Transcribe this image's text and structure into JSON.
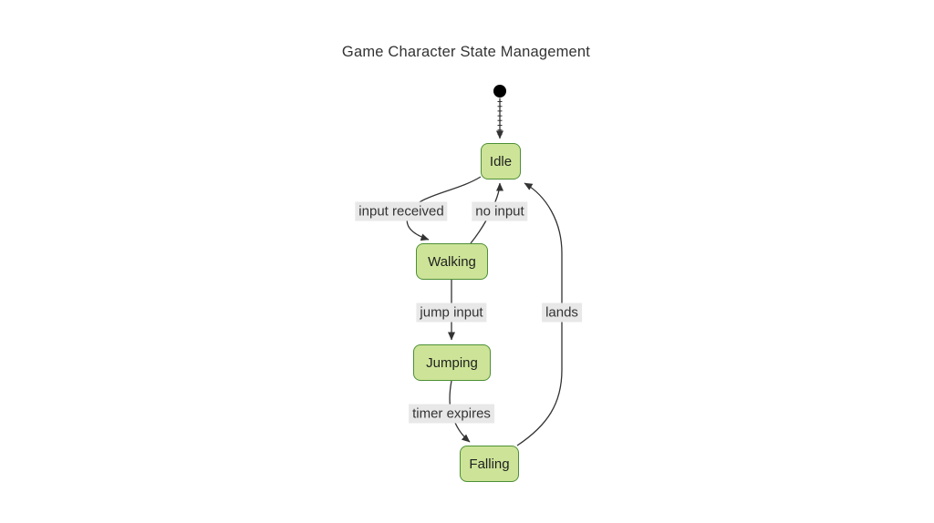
{
  "title": "Game Character State Management",
  "diagram": {
    "type": "state-diagram",
    "states": [
      {
        "id": "idle",
        "label": "Idle"
      },
      {
        "id": "walking",
        "label": "Walking"
      },
      {
        "id": "jumping",
        "label": "Jumping"
      },
      {
        "id": "falling",
        "label": "Falling"
      }
    ],
    "transitions": [
      {
        "from": "[*]",
        "to": "Idle",
        "label": ""
      },
      {
        "from": "Idle",
        "to": "Walking",
        "label": "input received"
      },
      {
        "from": "Walking",
        "to": "Idle",
        "label": "no input"
      },
      {
        "from": "Walking",
        "to": "Jumping",
        "label": "jump input"
      },
      {
        "from": "Jumping",
        "to": "Falling",
        "label": "timer expires"
      },
      {
        "from": "Falling",
        "to": "Idle",
        "label": "lands"
      }
    ],
    "colors": {
      "state_fill": "#cde498",
      "state_border": "#4d8f35",
      "edge": "#333333",
      "edge_label_bg": "#e8e8e8",
      "text": "#333333",
      "initial_dot": "#000000",
      "background": "#ffffff"
    }
  }
}
